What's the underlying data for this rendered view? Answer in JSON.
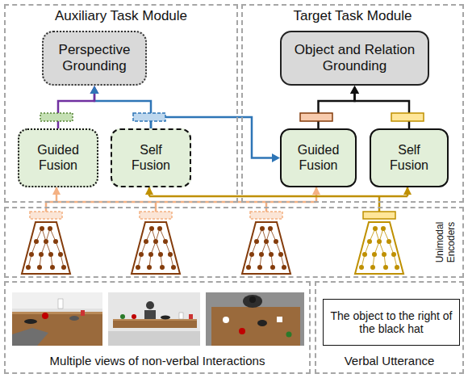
{
  "diagram": {
    "nodes": [
      {
        "text": [
          "Auxiliary Task Module"
        ]
      },
      {
        "text": [
          "Perspective Grounding"
        ],
        "in": 0
      },
      {
        "text": [
          "Guided Fusion"
        ],
        "in": 0
      },
      {
        "text": [
          "Self Fusion"
        ],
        "in": 0
      },
      {
        "text": [
          "Target Task Module"
        ]
      },
      {
        "text": [
          "Object and Relation Grounding"
        ],
        "in": 4
      },
      {
        "text": [
          "Guided Fusion"
        ],
        "in": 4
      },
      {
        "text": [
          "Self Fusion"
        ],
        "in": 4
      },
      {
        "text": [
          "Unimodal Encoders"
        ]
      },
      {
        "text": [
          "Multiple views of non-verbal Interactions"
        ]
      },
      {
        "text": [
          "Verbal Utterance"
        ]
      },
      {
        "text": [
          "The object to the right of the black hat"
        ],
        "in": 10
      }
    ],
    "edges": [
      {
        "from": 2,
        "to": 1,
        "arrow": "to"
      },
      {
        "from": 3,
        "to": 1,
        "arrow": "to"
      },
      {
        "from": 3,
        "to": 6,
        "arrow": "to"
      },
      {
        "from": 6,
        "to": 5,
        "arrow": "to"
      },
      {
        "from": 7,
        "to": 5,
        "arrow": "to"
      }
    ]
  }
}
